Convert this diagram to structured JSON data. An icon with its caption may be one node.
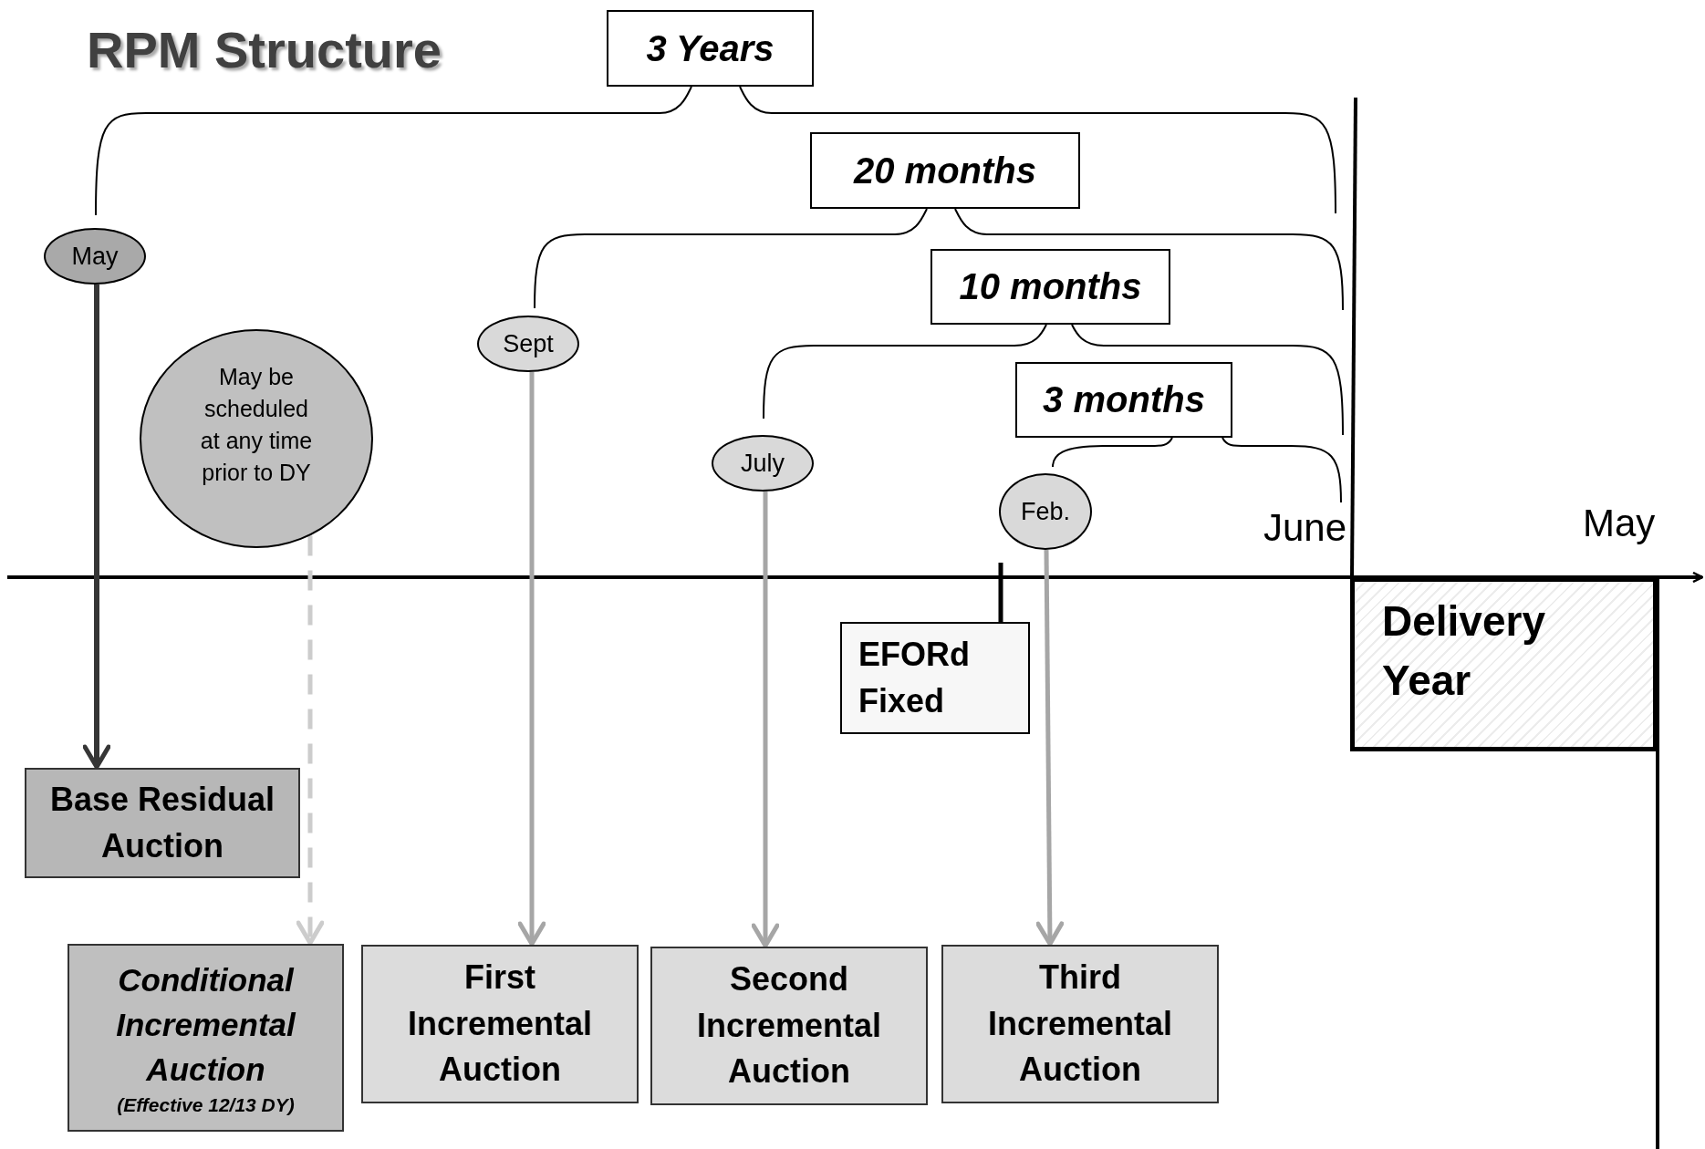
{
  "diagram": {
    "title": "RPM Structure",
    "nodes": [
      {
        "text": [
          "3 Years"
        ]
      },
      {
        "text": [
          "20 months"
        ]
      },
      {
        "text": [
          "10 months"
        ]
      },
      {
        "text": [
          "3 months"
        ]
      },
      {
        "text": [
          "May"
        ]
      },
      {
        "text": [
          "May be scheduled at any time prior to DY"
        ]
      },
      {
        "text": [
          "Sept"
        ]
      },
      {
        "text": [
          "July"
        ]
      },
      {
        "text": [
          "Feb."
        ]
      },
      {
        "text": [
          "EFORd Fixed"
        ]
      },
      {
        "text": [
          "Delivery Year"
        ]
      },
      {
        "text": [
          "Base Residual Auction"
        ]
      },
      {
        "text": [
          "Conditional Incremental Auction",
          "(Effective 12/13 DY)"
        ]
      },
      {
        "text": [
          "First Incremental Auction"
        ]
      },
      {
        "text": [
          "Second Incremental Auction"
        ]
      },
      {
        "text": [
          "Third Incremental Auction"
        ]
      }
    ],
    "edges": [
      {
        "from": 4,
        "to": 11,
        "arrow": "to",
        "color": "#363636"
      },
      {
        "from": 5,
        "to": 12,
        "arrow": "to",
        "style": "dashed",
        "color": "#cccccc"
      },
      {
        "from": 6,
        "to": 13,
        "arrow": "to"
      },
      {
        "from": 7,
        "to": 14,
        "arrow": "to"
      },
      {
        "from": 8,
        "to": 15,
        "arrow": "to"
      }
    ],
    "labels": [
      "June",
      "May"
    ]
  }
}
